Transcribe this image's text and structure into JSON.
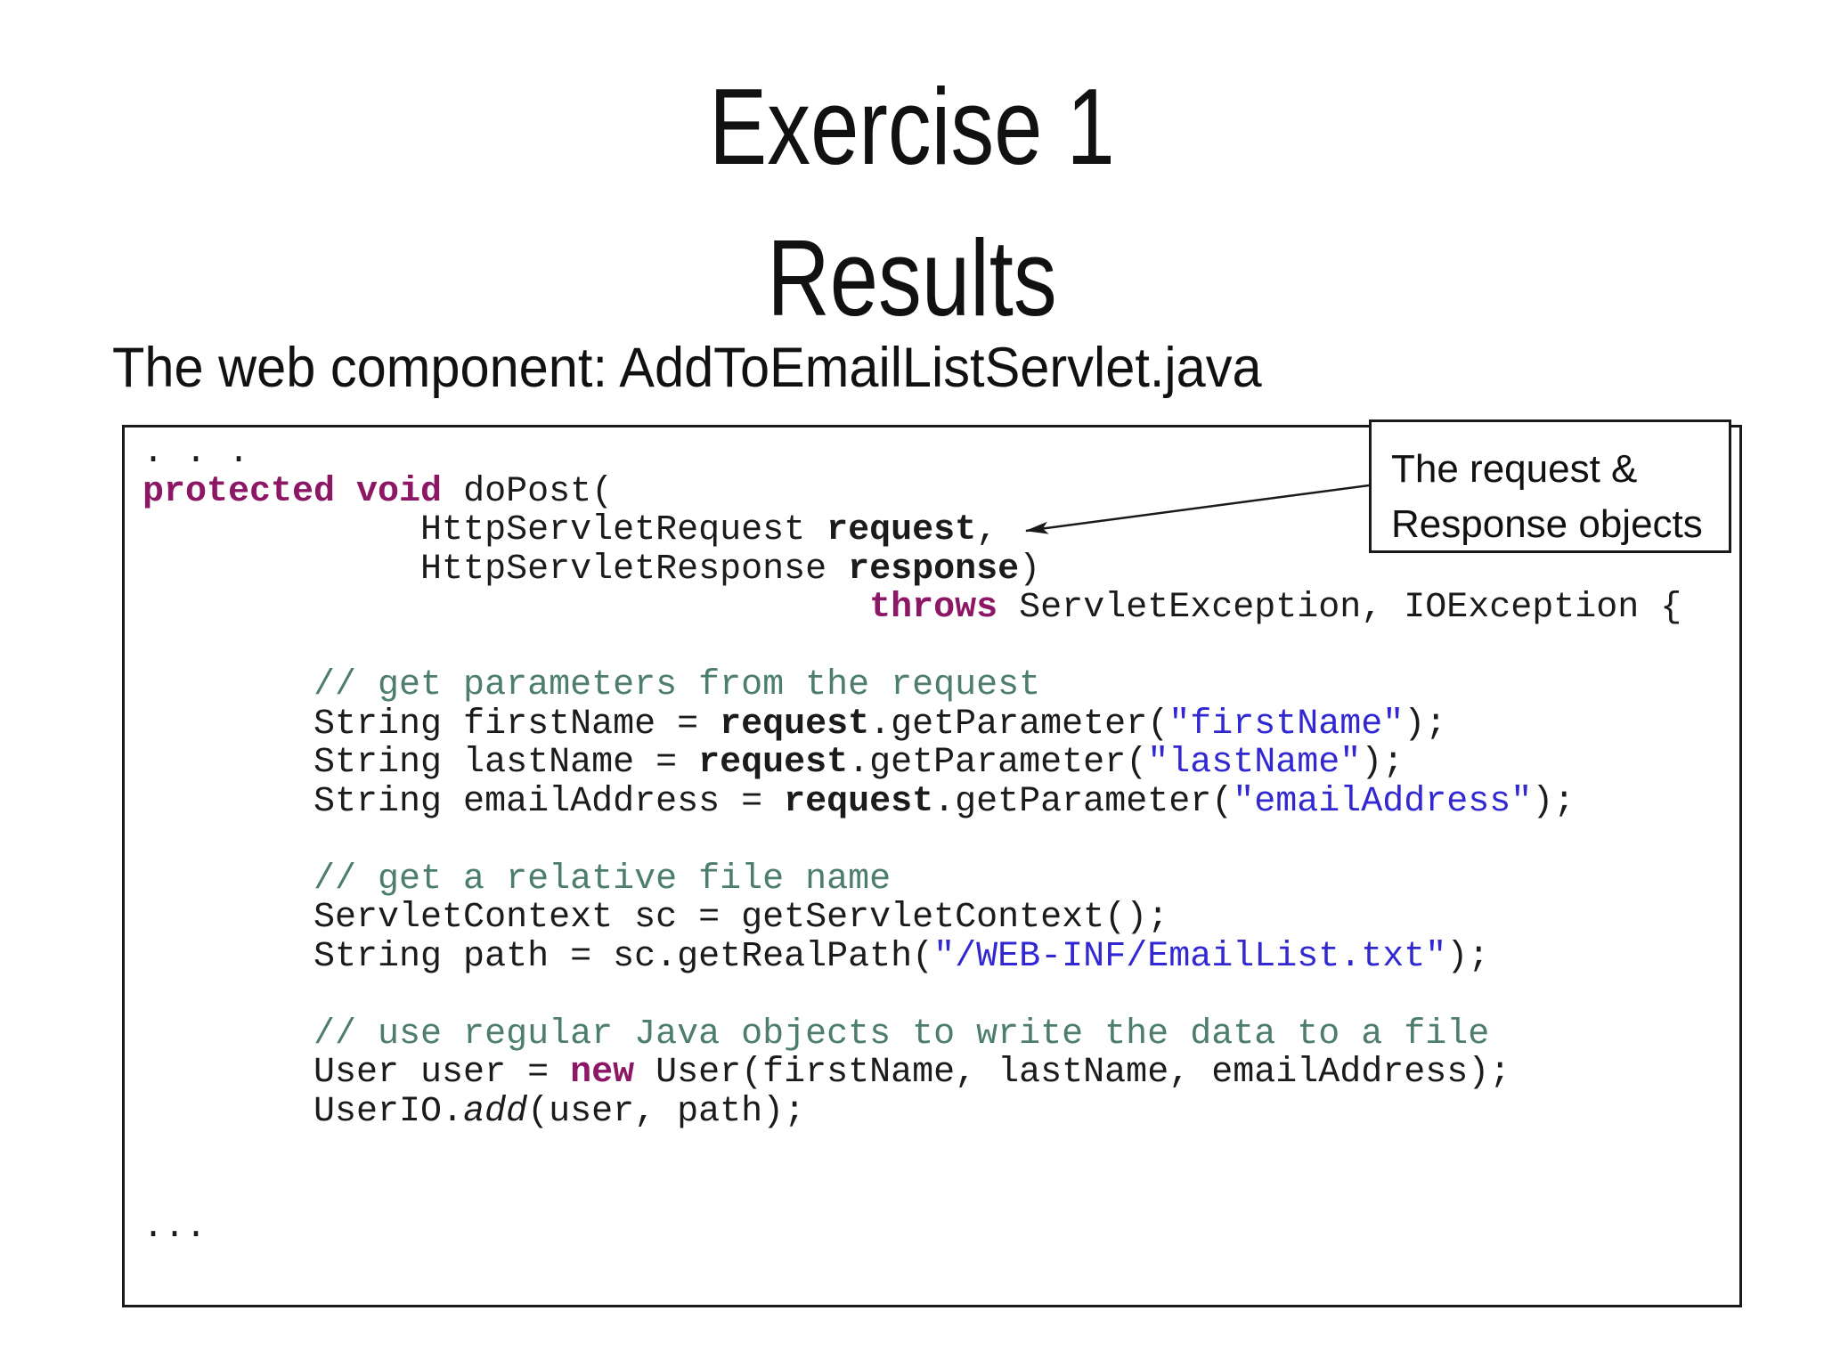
{
  "slide": {
    "title_lines": [
      "Exercise 1",
      "Results"
    ],
    "heading": "The web component: AddToEmailListServlet.java",
    "callout": {
      "lines": [
        "The request &",
        "Response objects"
      ]
    },
    "code": {
      "lines": [
        [
          {
            "t": ". . ."
          }
        ],
        [
          {
            "t": "protected void",
            "s": "kw"
          },
          {
            "t": " doPost("
          }
        ],
        [
          {
            "t": "             HttpServletRequest "
          },
          {
            "t": "request",
            "s": "b"
          },
          {
            "t": ","
          }
        ],
        [
          {
            "t": "             HttpServletResponse "
          },
          {
            "t": "response",
            "s": "b"
          },
          {
            "t": ")"
          }
        ],
        [
          {
            "t": "                                  "
          },
          {
            "t": "throws",
            "s": "kw"
          },
          {
            "t": " ServletException, IOException {"
          }
        ],
        [],
        [
          {
            "t": "        "
          },
          {
            "t": "// get parameters from the request",
            "s": "c"
          }
        ],
        [
          {
            "t": "        String firstName = "
          },
          {
            "t": "request",
            "s": "b"
          },
          {
            "t": ".getParameter("
          },
          {
            "t": "\"firstName\"",
            "s": "str"
          },
          {
            "t": ");"
          }
        ],
        [
          {
            "t": "        String lastName = "
          },
          {
            "t": "request",
            "s": "b"
          },
          {
            "t": ".getParameter("
          },
          {
            "t": "\"lastName\"",
            "s": "str"
          },
          {
            "t": ");"
          }
        ],
        [
          {
            "t": "        String emailAddress = "
          },
          {
            "t": "request",
            "s": "b"
          },
          {
            "t": ".getParameter("
          },
          {
            "t": "\"emailAddress\"",
            "s": "str"
          },
          {
            "t": ");"
          }
        ],
        [],
        [
          {
            "t": "        "
          },
          {
            "t": "// get a relative file name",
            "s": "c"
          }
        ],
        [
          {
            "t": "        ServletContext sc = getServletContext();"
          }
        ],
        [
          {
            "t": "        String path = sc.getRealPath("
          },
          {
            "t": "\"/WEB-INF/EmailList.txt\"",
            "s": "str"
          },
          {
            "t": ");"
          }
        ],
        [],
        [
          {
            "t": "        "
          },
          {
            "t": "// use regular Java objects to write the data to a file",
            "s": "c"
          }
        ],
        [
          {
            "t": "        User user = "
          },
          {
            "t": "new",
            "s": "kw"
          },
          {
            "t": " User(firstName, lastName, emailAddress);"
          }
        ],
        [
          {
            "t": "        UserIO."
          },
          {
            "t": "add",
            "s": "i"
          },
          {
            "t": "(user, path);"
          }
        ],
        [],
        [],
        [
          {
            "t": "..."
          }
        ]
      ]
    },
    "colors": {
      "kw": "#8B1765",
      "str": "#3228D2",
      "comment": "#4D7E6D",
      "code-text": "#1b1b1b",
      "border": "#1a1a1a",
      "text": "#111111",
      "bg": "#ffffff"
    }
  }
}
